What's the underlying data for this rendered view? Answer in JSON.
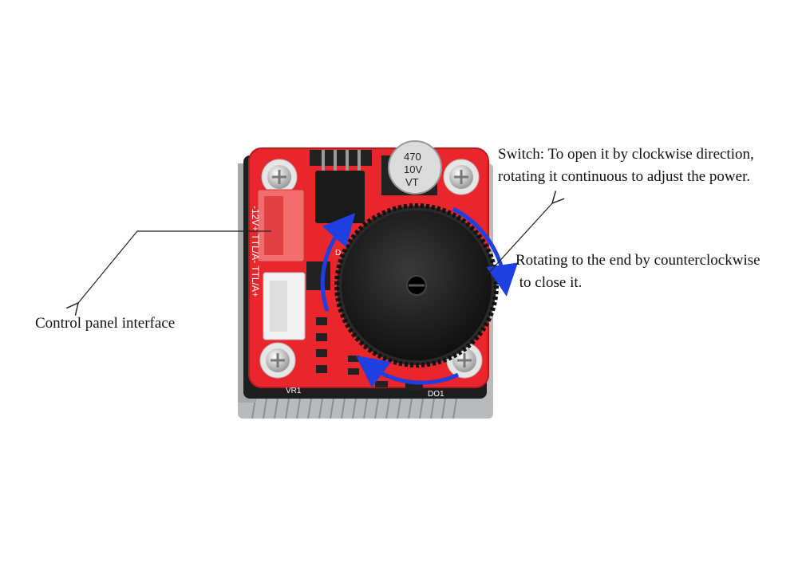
{
  "annotations": {
    "switch_line1": "Switch: To open it by clockwise direction,",
    "switch_line2": "rotating it continuous to adjust the power.",
    "rotate_line1": "Rotating to the end by counterclockwise",
    "rotate_line2": " to close it.",
    "control_panel": "Control panel interface"
  },
  "board": {
    "capacitor_line1": "470",
    "capacitor_line2": "10V",
    "capacitor_line3": "VT",
    "silkscreen_pins": "-12V+ TTL/A- TTL/A+",
    "silkscreen_vr": "VR1",
    "silkscreen_do": "DO1",
    "silkscreen_d": "D"
  },
  "colors": {
    "pcb": "#e8262b",
    "heatsink": "#c9cacc",
    "knob": "#1c1c1c",
    "arrow": "#1f3fe0"
  }
}
